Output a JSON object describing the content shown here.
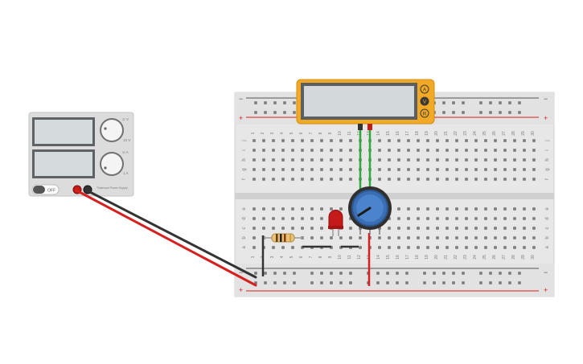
{
  "power_supply": {
    "switch_label": "OFF",
    "knob_labels": [
      "⊙ V",
      "10 V",
      "⊙ A",
      "1 A"
    ],
    "brand_text": "Tinkercad Power Supply",
    "display_voltage": "",
    "display_current": ""
  },
  "multimeter": {
    "display": "",
    "modes": [
      "A",
      "V",
      "R"
    ],
    "active_mode": "V",
    "body_color": "#f2a925"
  },
  "breadboard": {
    "row_letters_bottom": [
      "a",
      "b",
      "c",
      "d",
      "e"
    ],
    "row_letters_top": [
      "f",
      "g",
      "h",
      "i",
      "j"
    ],
    "columns": 30,
    "rail_minus": "−",
    "rail_plus": "+"
  },
  "components": {
    "led_color": "#c51a1a",
    "resistor_body": "#e8c07a",
    "potentiometer_color": "#3a6fb5"
  },
  "wire_colors": {
    "positive": "#d61f1f",
    "negative": "#333333",
    "probe": "#2eaa3c"
  }
}
